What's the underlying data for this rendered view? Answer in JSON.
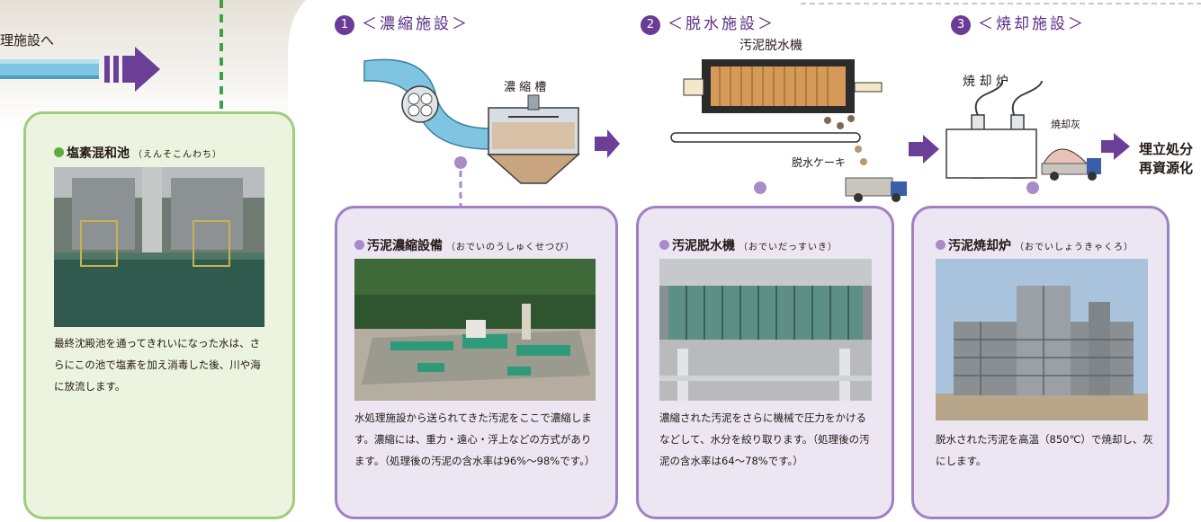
{
  "top_left": {
    "label": "理施設へ"
  },
  "stages": [
    {
      "number": "1",
      "title": "＜濃縮施設＞",
      "equipment_label": "濃 縮 槽"
    },
    {
      "number": "2",
      "title": "＜脱水施設＞",
      "equipment_label": "汚泥脱水機",
      "product_label": "脱水ケーキ"
    },
    {
      "number": "3",
      "title": "＜焼却施設＞",
      "equipment_label": "焼 却 炉",
      "product_label": "焼却灰"
    }
  ],
  "end_label": {
    "line1": "埋立処分",
    "line2": "再資源化"
  },
  "cards": [
    {
      "title": "塩素混和池",
      "reading": "（えんそこんわち）",
      "description": "最終沈殿池を通ってきれいになった水は、さらにこの池で塩素を加え消毒した後、川や海に放流します。"
    },
    {
      "title": "汚泥濃縮設備",
      "reading": "（おでいのうしゅくせつび）",
      "description": "水処理施設から送られてきた汚泥をここで濃縮します。濃縮には、重力・遠心・浮上などの方式があります。（処理後の汚泥の含水率は96%～98%です。）"
    },
    {
      "title": "汚泥脱水機",
      "reading": "（おでいだっすいき）",
      "description": "濃縮された汚泥をさらに機械で圧力をかけるなどして、水分を絞り取ります。（処理後の汚泥の含水率は64～78%です。）"
    },
    {
      "title": "汚泥焼却炉",
      "reading": "（おでいしょうきゃくろ）",
      "description": "脱水された汚泥を高温（850℃）で焼却し、灰にします。"
    }
  ],
  "colors": {
    "purple_accent": "#6a3c96",
    "green_border": "#9fce7e",
    "purple_border": "#9f80c2",
    "arrow_purple": "#6b3f98",
    "pipe_blue": "#7fc4e0"
  }
}
